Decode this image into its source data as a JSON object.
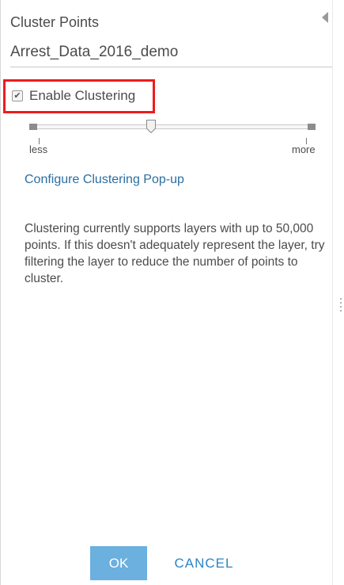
{
  "panel": {
    "title": "Cluster Points",
    "layer_name": "Arrest_Data_2016_demo",
    "collapse_icon": "caret-left-icon"
  },
  "clustering": {
    "enable_label": "Enable Clustering",
    "enabled": true,
    "highlight_color": "#ee1c1c"
  },
  "slider": {
    "min_label": "less",
    "max_label": "more",
    "value_fraction": 0.42
  },
  "config_link": "Configure Clustering Pop-up",
  "note": "Clustering currently supports layers with up to 50,000 points. If this doesn't adequately represent the layer, try filtering the layer to reduce the number of points to cluster.",
  "buttons": {
    "ok": "OK",
    "cancel": "CANCEL",
    "ok_color": "#6bb0de",
    "cancel_color": "#2a86c8"
  }
}
